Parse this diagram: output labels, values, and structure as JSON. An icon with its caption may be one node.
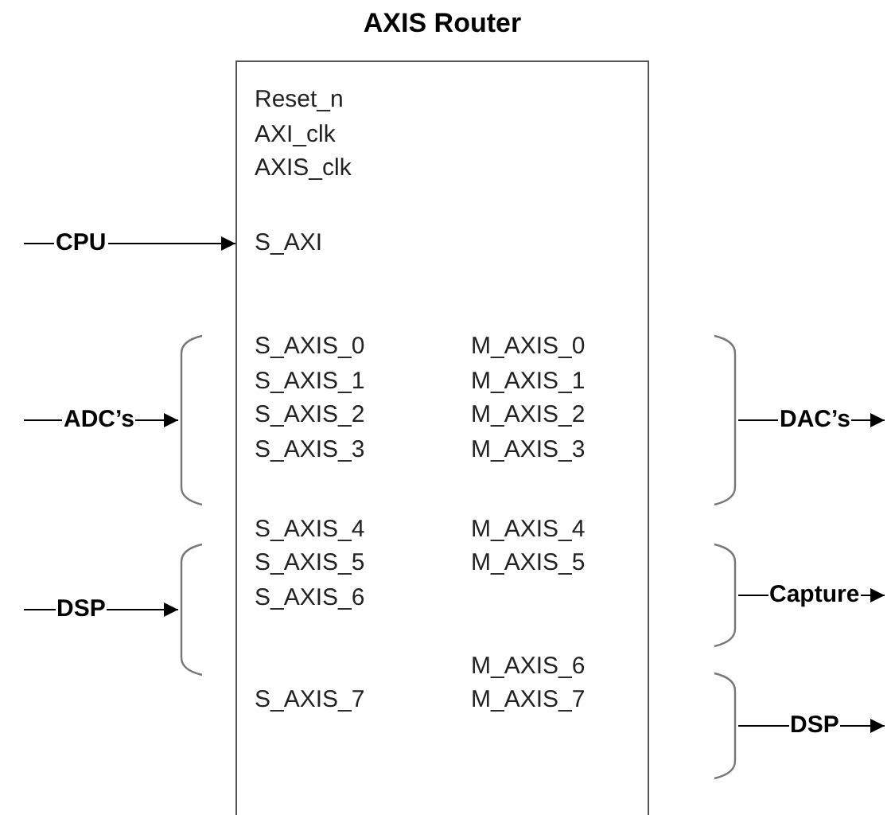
{
  "diagram": {
    "nodes": [
      {
        "text": [
          "AXIS Router"
        ]
      },
      {
        "text": [
          "Reset_n"
        ],
        "in": 0
      },
      {
        "text": [
          "AXI_clk"
        ],
        "in": 0
      },
      {
        "text": [
          "AXIS_clk"
        ],
        "in": 0
      },
      {
        "text": [
          "S_AXI"
        ],
        "in": 0
      },
      {
        "text": [
          "S_AXIS_0"
        ],
        "in": 0
      },
      {
        "text": [
          "S_AXIS_1"
        ],
        "in": 0
      },
      {
        "text": [
          "S_AXIS_2"
        ],
        "in": 0
      },
      {
        "text": [
          "S_AXIS_3"
        ],
        "in": 0
      },
      {
        "text": [
          "S_AXIS_4"
        ],
        "in": 0
      },
      {
        "text": [
          "S_AXIS_5"
        ],
        "in": 0
      },
      {
        "text": [
          "S_AXIS_6"
        ],
        "in": 0
      },
      {
        "text": [
          "S_AXIS_7"
        ],
        "in": 0
      },
      {
        "text": [
          "M_AXIS_0"
        ],
        "in": 0
      },
      {
        "text": [
          "M_AXIS_1"
        ],
        "in": 0
      },
      {
        "text": [
          "M_AXIS_2"
        ],
        "in": 0
      },
      {
        "text": [
          "M_AXIS_3"
        ],
        "in": 0
      },
      {
        "text": [
          "M_AXIS_4"
        ],
        "in": 0
      },
      {
        "text": [
          "M_AXIS_5"
        ],
        "in": 0
      },
      {
        "text": [
          "M_AXIS_6"
        ],
        "in": 0
      },
      {
        "text": [
          "M_AXIS_7"
        ],
        "in": 0
      },
      {
        "text": [],
        "shape": "bracket"
      },
      {
        "text": [],
        "shape": "bracket"
      },
      {
        "text": [],
        "shape": "bracket"
      },
      {
        "text": [],
        "shape": "bracket"
      },
      {
        "text": [],
        "shape": "bracket"
      }
    ],
    "edges": [
      {
        "from": null,
        "to": 4,
        "arrow": "to",
        "label": "CPU"
      },
      {
        "from": null,
        "to": 21,
        "arrow": "to",
        "label": "ADC’s"
      },
      {
        "from": null,
        "to": 22,
        "arrow": "to",
        "label": "DSP"
      },
      {
        "from": 23,
        "to": null,
        "arrow": "to",
        "label": "DAC’s"
      },
      {
        "from": 24,
        "to": null,
        "arrow": "to",
        "label": "Capture"
      },
      {
        "from": 25,
        "to": null,
        "arrow": "to",
        "label": "DSP"
      }
    ]
  }
}
